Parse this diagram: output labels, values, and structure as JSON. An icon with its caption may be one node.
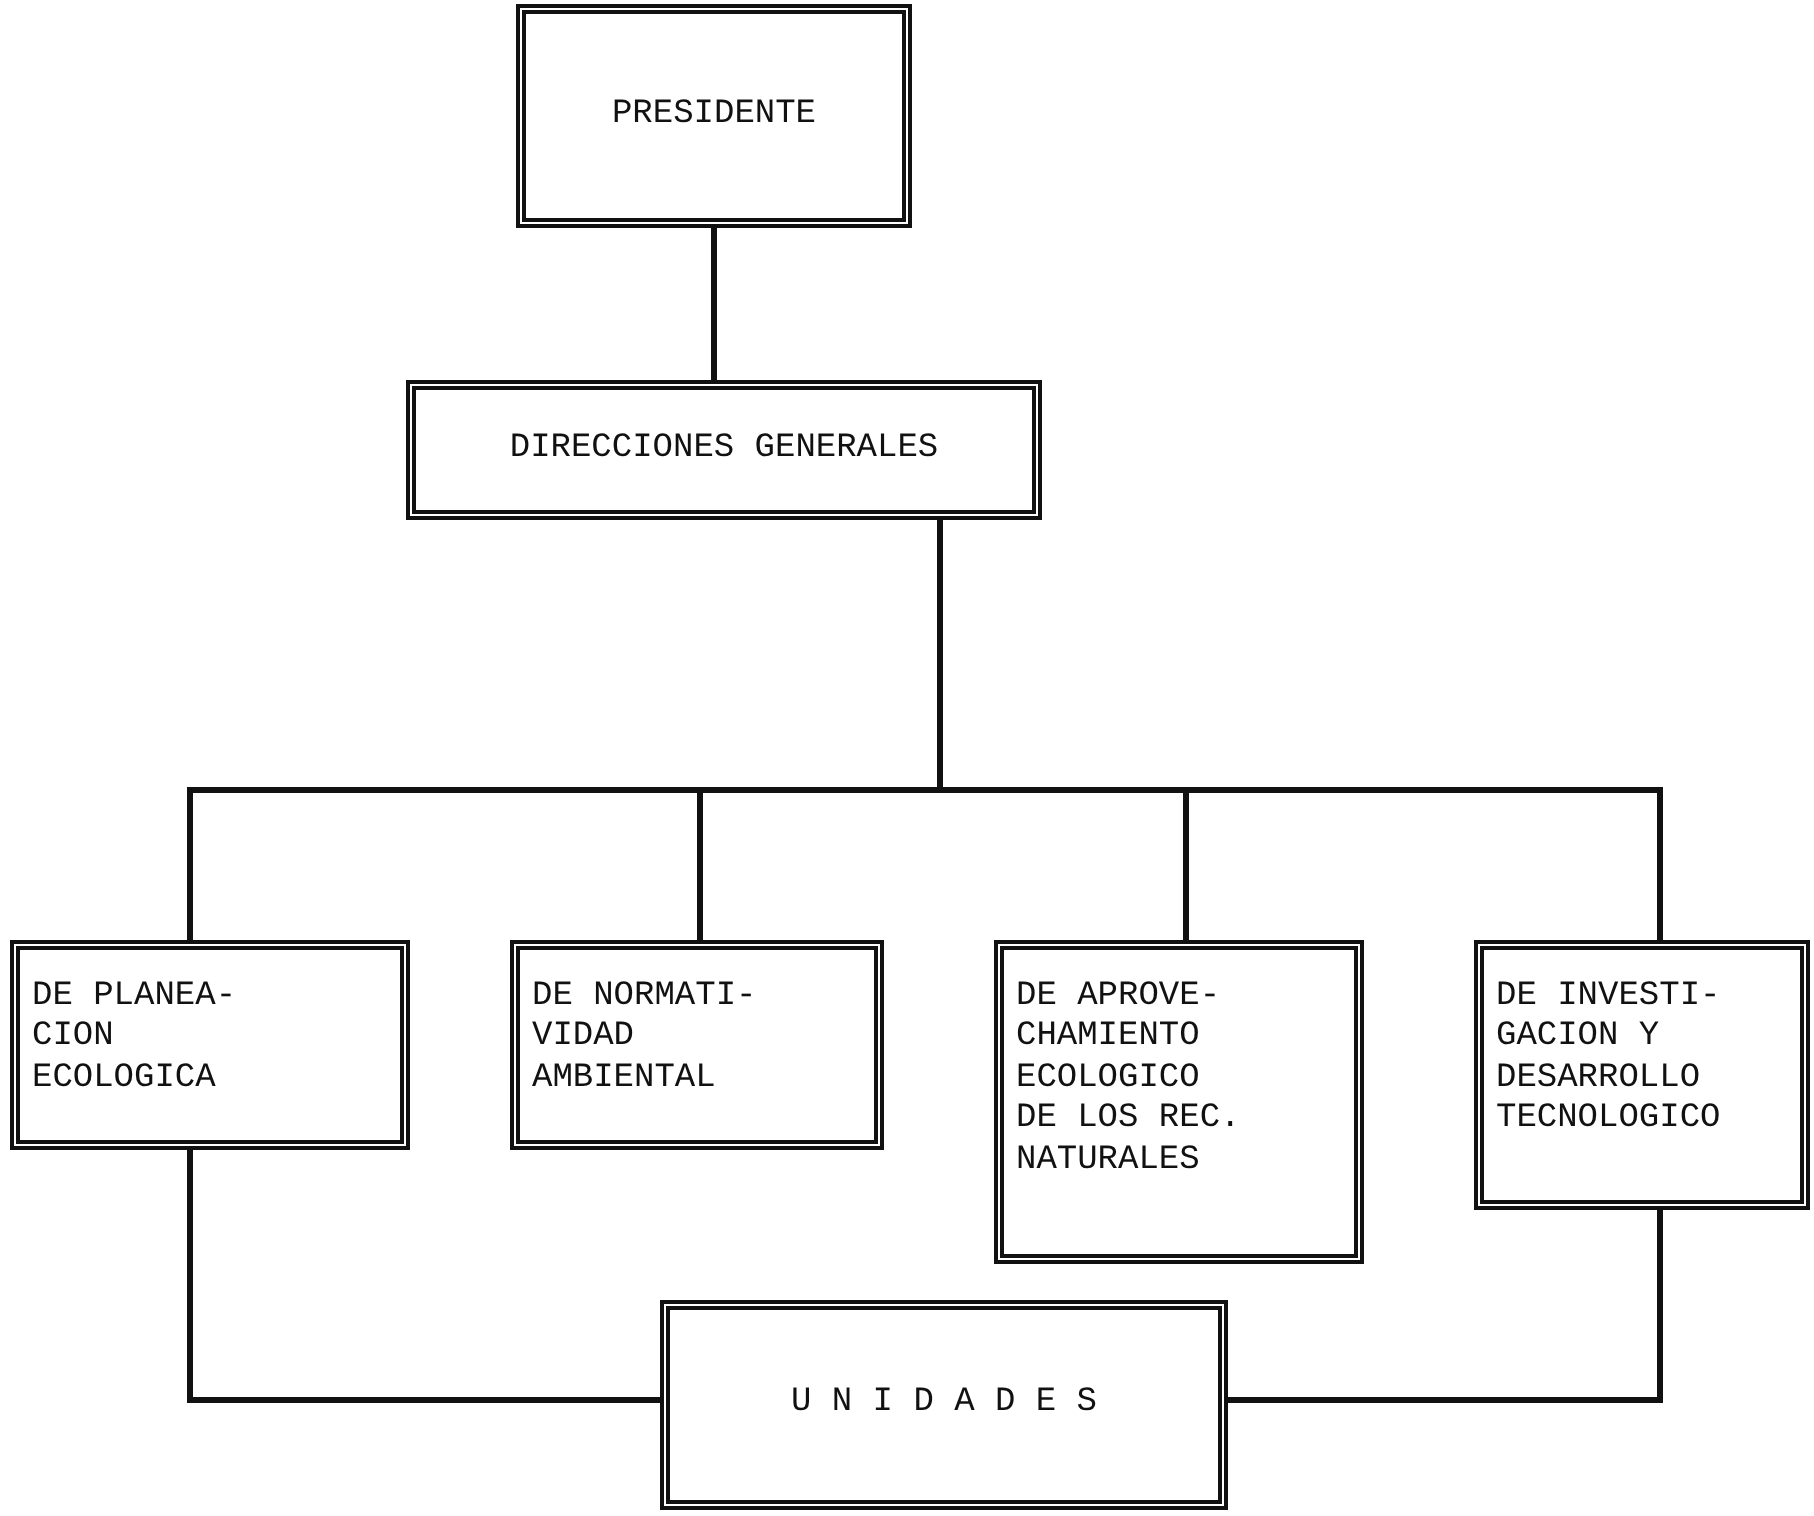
{
  "diagram": {
    "nodes": [
      {
        "text": [
          "PRESIDENTE"
        ]
      },
      {
        "text": [
          "DIRECCIONES GENERALES"
        ]
      },
      {
        "text": [
          "DE PLANEA- CION ECOLOGICA"
        ]
      },
      {
        "text": [
          "DE NORMATI- VIDAD AMBIENTAL"
        ]
      },
      {
        "text": [
          "DE APROVE- CHAMIENTO ECOLOGICO DE LOS REC. NATURALES"
        ]
      },
      {
        "text": [
          "DE INVESTI- GACION Y DESARROLLO TECNOLOGICO"
        ]
      },
      {
        "text": [
          "U N I D A D E S"
        ]
      }
    ],
    "edges": [
      {
        "from": 0,
        "to": 1,
        "arrow": "none"
      },
      {
        "from": 1,
        "to": 2,
        "arrow": "none"
      },
      {
        "from": 1,
        "to": 3,
        "arrow": "none"
      },
      {
        "from": 1,
        "to": 4,
        "arrow": "none"
      },
      {
        "from": 1,
        "to": 5,
        "arrow": "none"
      },
      {
        "from": 2,
        "to": 6,
        "arrow": "none"
      },
      {
        "from": 5,
        "to": 6,
        "arrow": "none"
      }
    ]
  }
}
